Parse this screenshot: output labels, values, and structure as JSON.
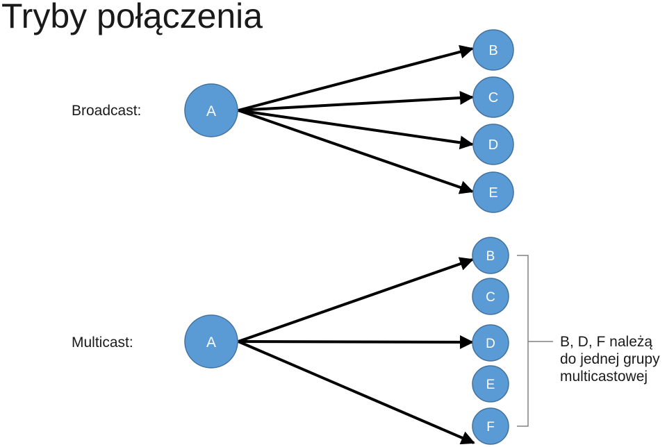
{
  "title": "Tryby połączenia",
  "broadcast": {
    "label": "Broadcast:",
    "source": "A",
    "targets": [
      "B",
      "C",
      "D",
      "E"
    ]
  },
  "multicast": {
    "label": "Multicast:",
    "source": "A",
    "nodes": [
      "B",
      "C",
      "D",
      "E",
      "F"
    ],
    "arrow_targets": [
      "B",
      "D",
      "F"
    ],
    "note_lines": [
      "B, D, F należą",
      "do jednej grupy",
      "multicastowej"
    ]
  },
  "colors": {
    "node_fill": "#5b9bd5",
    "node_stroke": "#41719c",
    "arrow": "#000000",
    "bracket": "#808080"
  }
}
